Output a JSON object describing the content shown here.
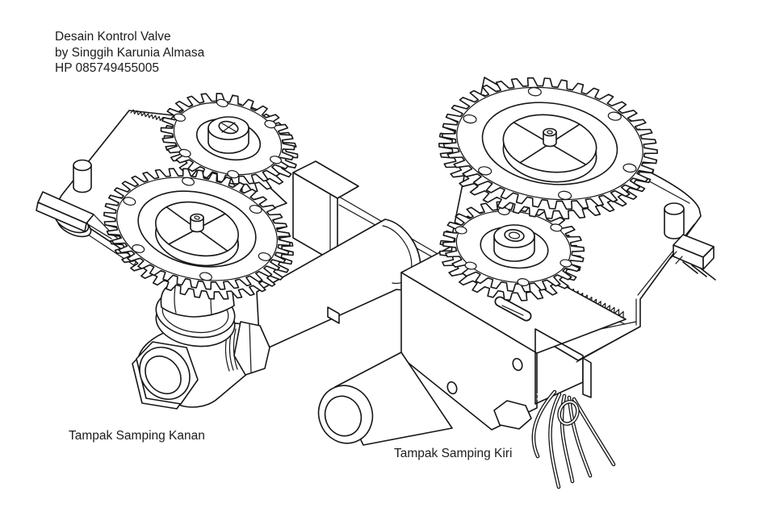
{
  "page": {
    "background_color": "#ffffff",
    "line_color": "#161616"
  },
  "title_block": {
    "line1": "Desain Kontrol Valve",
    "line2": "by Singgih Karunia Almasa",
    "line3": "HP 085749455005"
  },
  "view_labels": {
    "right_side": "Tampak Samping Kanan",
    "left_side": "Tampak Samping Kiri"
  }
}
